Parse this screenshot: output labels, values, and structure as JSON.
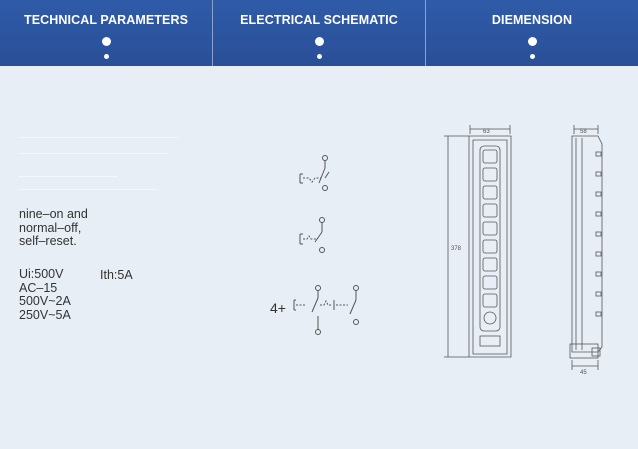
{
  "tabs": [
    {
      "label": "TECHNICAL PARAMETERS"
    },
    {
      "label": "ELECTRICAL SCHEMATIC"
    },
    {
      "label": "DIEMENSION"
    }
  ],
  "params": {
    "description": [
      "nine–on and",
      "normal–off,",
      "self–reset."
    ],
    "ui": "Ui:500V",
    "ith": "Ith:5A",
    "ac": "AC–15",
    "rating1": "500V~2A",
    "rating2": "250V~5A"
  },
  "schematic": {
    "multiplier": "4+"
  },
  "dimension": {
    "width_front": "63",
    "width_side": "58",
    "height": "378",
    "depth": "45"
  },
  "colors": {
    "header": "#2f5ba8",
    "background": "#e8eef5",
    "line": "#555555"
  }
}
